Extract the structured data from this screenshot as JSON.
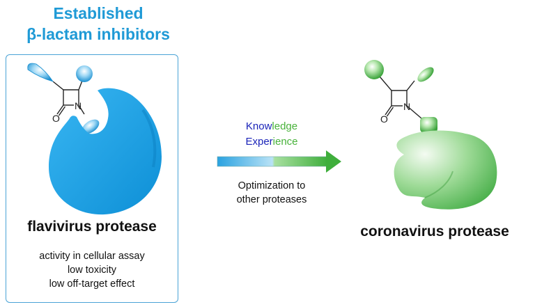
{
  "title": {
    "line1": "Established",
    "line2": "β-lactam inhibitors"
  },
  "left": {
    "label": "flavivirus protease",
    "properties": [
      "activity in cellular assay",
      "low toxicity",
      "low off-target effect"
    ]
  },
  "middle": {
    "word1_a": "Know",
    "word1_b": "ledge",
    "word2_a": "Exper",
    "word2_b": "ience",
    "caption_line1": "Optimization to",
    "caption_line2": "other proteases"
  },
  "right": {
    "label": "coronavirus protease"
  },
  "structure_labels": {
    "oxygen": "O",
    "nitrogen": "N"
  },
  "colors": {
    "blue_accent": "#1f9ad6",
    "flavivirus_protease": "#1ba3e6",
    "coronavirus_protease": "#5cc257",
    "knowledge_blue": "#1a23b8",
    "knowledge_green": "#48b23a"
  }
}
